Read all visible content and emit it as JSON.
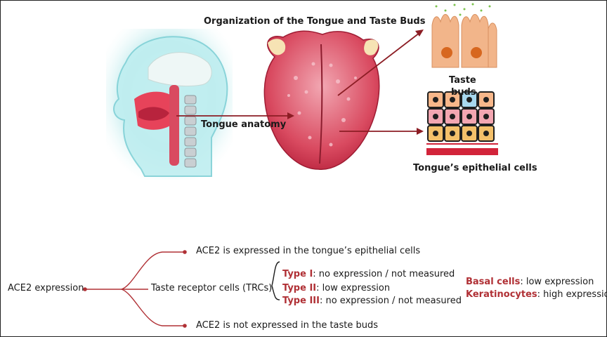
{
  "title": "Organization of the Tongue and Taste Buds",
  "labels": {
    "tongue_anatomy": "Tongue anatomy",
    "taste_buds_line1": "Taste",
    "taste_buds_line2": "buds",
    "epithelial": "Tongue’s epithelial cells"
  },
  "tree": {
    "root": "ACE2 expression",
    "branch_top": "ACE2 is expressed in the tongue’s epithelial cells",
    "branch_mid": "Taste receptor cells (TRCs)",
    "branch_bottom": "ACE2 is not expressed in the taste buds",
    "types": [
      {
        "name": "Type I",
        "value": ": no expression / not measured"
      },
      {
        "name": "Type II",
        "value": ": low expression"
      },
      {
        "name": "Type III",
        "value": ": no expression / not measured"
      }
    ],
    "cells": [
      {
        "name": "Basal cells",
        "value": ": low expression"
      },
      {
        "name": "Keratinocytes",
        "value": ": high expression"
      }
    ]
  },
  "colors": {
    "accent_red": "#b03035",
    "line_dark_red": "#8c1d24"
  }
}
